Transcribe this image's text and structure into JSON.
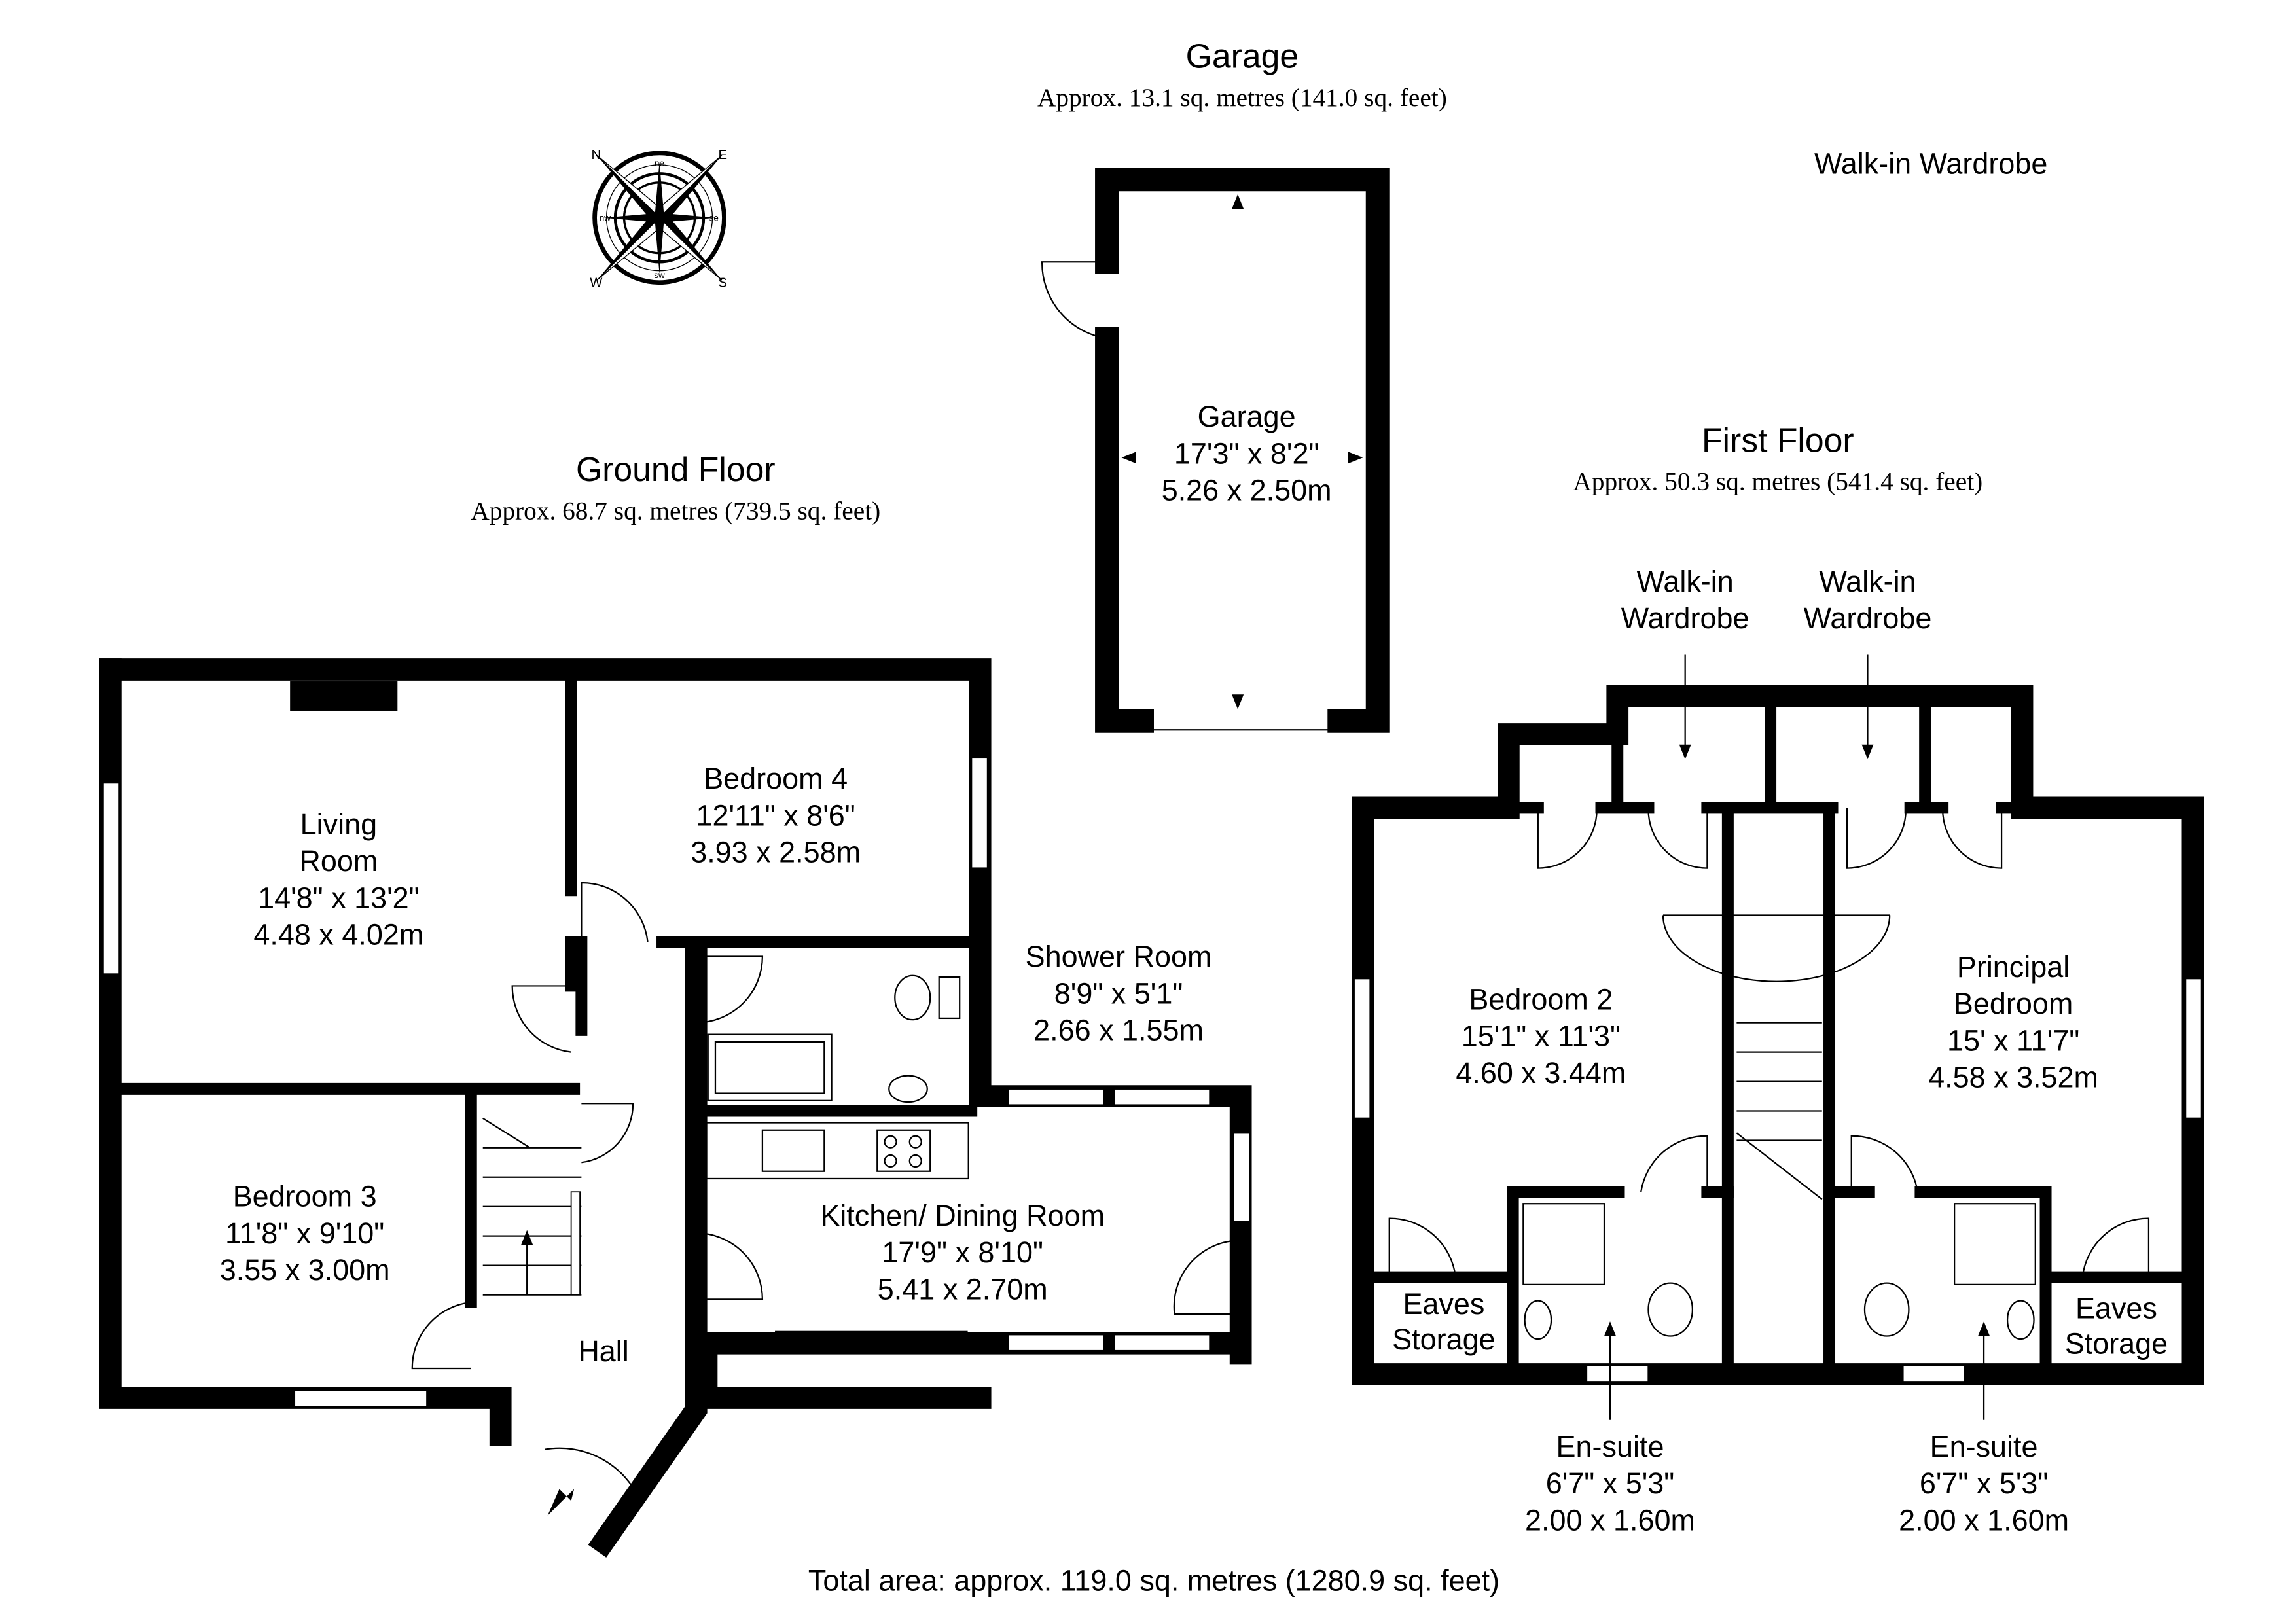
{
  "garage_section": {
    "title": "Garage",
    "area": "Approx. 13.1 sq. metres (141.0 sq. feet)"
  },
  "ground_floor": {
    "title": "Ground Floor",
    "area": "Approx. 68.7 sq. metres (739.5 sq. feet)"
  },
  "first_floor": {
    "title": "First Floor",
    "area": "Approx. 50.3 sq. metres (541.4 sq. feet)"
  },
  "floating_label": "Walk-in Wardrobe",
  "total_area": "Total area: approx. 119.0 sq. metres (1280.9 sq. feet)",
  "compass": {
    "labels": [
      "N",
      "E",
      "S",
      "W",
      "ne",
      "se",
      "sw",
      "nw"
    ]
  },
  "rooms": {
    "garage": {
      "name": "Garage",
      "imperial": "17'3\" x 8'2\"",
      "metric": "5.26 x 2.50m"
    },
    "living_room": {
      "name1": "Living",
      "name2": "Room",
      "imperial": "14'8\" x 13'2\"",
      "metric": "4.48 x 4.02m"
    },
    "bedroom4": {
      "name": "Bedroom 4",
      "imperial": "12'11\" x 8'6\"",
      "metric": "3.93 x 2.58m"
    },
    "shower_room": {
      "name": "Shower Room",
      "imperial": "8'9\" x 5'1\"",
      "metric": "2.66 x 1.55m"
    },
    "bedroom3": {
      "name": "Bedroom 3",
      "imperial": "11'8\" x 9'10\"",
      "metric": "3.55 x 3.00m"
    },
    "kitchen": {
      "name": "Kitchen/ Dining Room",
      "imperial": "17'9\" x 8'10\"",
      "metric": "5.41 x 2.70m"
    },
    "hall": {
      "name": "Hall"
    },
    "wardrobe1": {
      "name1": "Walk-in",
      "name2": "Wardrobe"
    },
    "wardrobe2": {
      "name1": "Walk-in",
      "name2": "Wardrobe"
    },
    "bedroom2": {
      "name": "Bedroom 2",
      "imperial": "15'1\" x 11'3\"",
      "metric": "4.60 x 3.44m"
    },
    "principal": {
      "name1": "Principal",
      "name2": "Bedroom",
      "imperial": "15' x 11'7\"",
      "metric": "4.58 x 3.52m"
    },
    "eaves1": {
      "name1": "Eaves",
      "name2": "Storage"
    },
    "eaves2": {
      "name1": "Eaves",
      "name2": "Storage"
    },
    "ensuite1": {
      "name": "En-suite",
      "imperial": "6'7\" x 5'3\"",
      "metric": "2.00 x 1.60m"
    },
    "ensuite2": {
      "name": "En-suite",
      "imperial": "6'7\" x 5'3\"",
      "metric": "2.00 x 1.60m"
    }
  }
}
